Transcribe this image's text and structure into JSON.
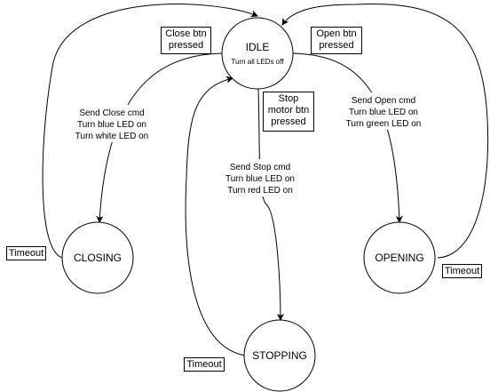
{
  "states": {
    "idle": {
      "name": "IDLE",
      "sub": "Turn all LEDs off"
    },
    "closing": {
      "name": "CLOSING"
    },
    "opening": {
      "name": "OPENING"
    },
    "stopping": {
      "name": "STOPPING"
    }
  },
  "events": {
    "close_btn": {
      "line1": "Close btn",
      "line2": "pressed"
    },
    "open_btn": {
      "line1": "Open btn",
      "line2": "pressed"
    },
    "stop_btn": {
      "line1": "Stop",
      "line2": "motor btn",
      "line3": "pressed"
    },
    "timeout_closing": "Timeout",
    "timeout_opening": "Timeout",
    "timeout_stopping": "Timeout"
  },
  "actions": {
    "close": [
      "Send Close cmd",
      "Turn blue LED on",
      "Turn white LED on"
    ],
    "open": [
      "Send Open cmd",
      "Turn blue LED on",
      "Turn green LED on"
    ],
    "stop": [
      "Send Stop cmd",
      "Turn blue LED on",
      "Turn red LED on"
    ]
  }
}
